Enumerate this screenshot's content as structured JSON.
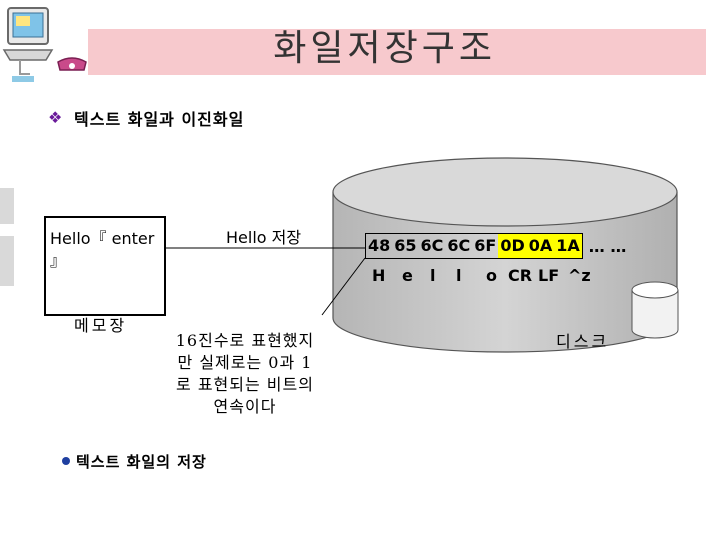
{
  "title": "화일저장구조",
  "section_heading": "텍스트 화일과 이진화일",
  "notepad": {
    "text_line1": "Hello『  enter",
    "text_line2": "』",
    "label": "메모장"
  },
  "save_label": "Hello 저장",
  "hex_note": "16진수로 표현했지만 실제로는 0과 1로 표현되는 비트의 연속이다",
  "hex_bytes": [
    "48",
    "65",
    "6C",
    "6C",
    "6F",
    "0D",
    "0A",
    "1A"
  ],
  "hex_highlighted": [
    "0D",
    "0A",
    "1A"
  ],
  "hex_trail": "… …",
  "chars": [
    "H",
    "e",
    "l",
    "l",
    "o",
    "CR",
    "LF",
    "^z"
  ],
  "disk_label": "디스크",
  "sub_heading": "텍스트 화일의 저장",
  "colors": {
    "banner": "#f7c9cd",
    "highlight": "#ffff00",
    "disk_fill": "#c8c8c8",
    "bullet": "#1f3fa0"
  }
}
